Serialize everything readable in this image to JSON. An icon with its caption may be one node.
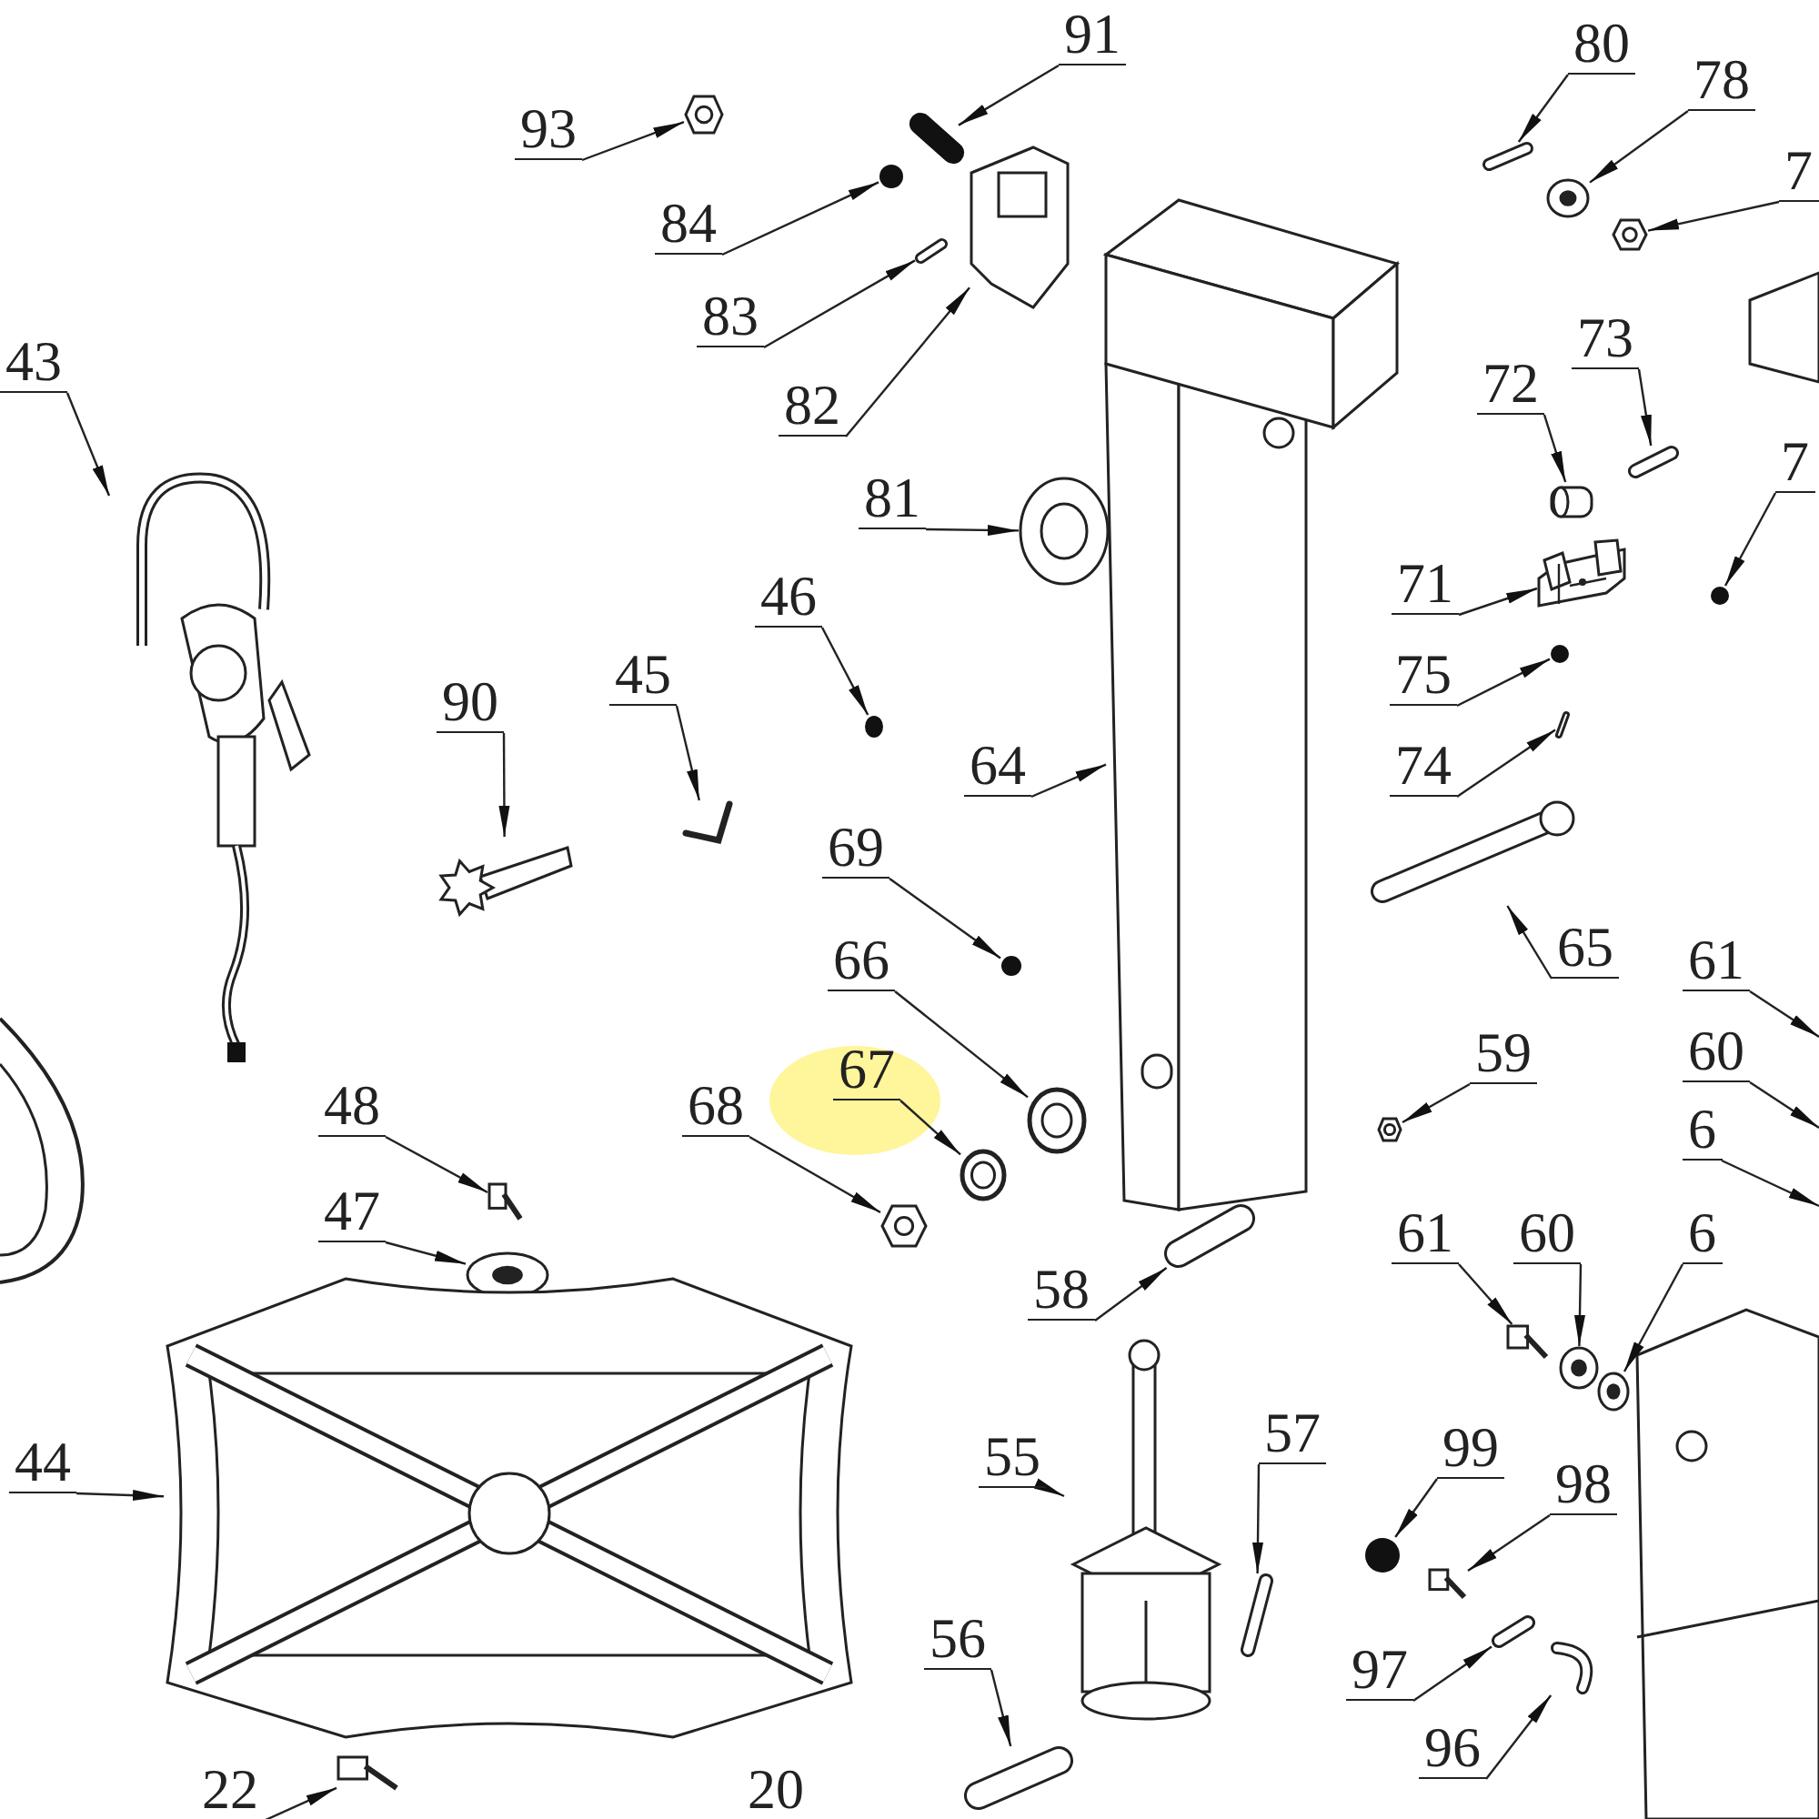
{
  "diagram": {
    "nodes": [
      {
        "text": [
          "93"
        ]
      },
      {
        "text": [],
        "shape": "picture"
      },
      {
        "text": [
          "91"
        ]
      },
      {
        "text": [],
        "shape": "picture"
      },
      {
        "text": [
          "84"
        ]
      },
      {
        "text": [],
        "shape": "circle"
      },
      {
        "text": [
          "83"
        ]
      },
      {
        "text": [],
        "shape": "picture"
      },
      {
        "text": [
          "82"
        ]
      },
      {
        "text": [],
        "shape": "picture"
      },
      {
        "text": [
          "80"
        ]
      },
      {
        "text": [],
        "shape": "picture"
      },
      {
        "text": [
          "78"
        ]
      },
      {
        "text": [],
        "shape": "picture"
      },
      {
        "text": [
          "7"
        ]
      },
      {
        "text": [],
        "shape": "picture"
      },
      {
        "text": [
          "73"
        ]
      },
      {
        "text": [],
        "shape": "picture"
      },
      {
        "text": [
          "72"
        ]
      },
      {
        "text": [],
        "shape": "picture"
      },
      {
        "text": [
          "71"
        ]
      },
      {
        "text": [],
        "shape": "picture"
      },
      {
        "text": [
          "7"
        ]
      },
      {
        "text": [],
        "shape": "circle"
      },
      {
        "text": [
          "75"
        ]
      },
      {
        "text": [],
        "shape": "circle"
      },
      {
        "text": [
          "74"
        ]
      },
      {
        "text": [],
        "shape": "picture"
      },
      {
        "text": [
          "43"
        ]
      },
      {
        "text": [],
        "shape": "picture"
      },
      {
        "text": [
          "81"
        ]
      },
      {
        "text": [],
        "shape": "picture"
      },
      {
        "text": [
          "46"
        ]
      },
      {
        "text": [],
        "shape": "circle"
      },
      {
        "text": [
          "45"
        ]
      },
      {
        "text": [],
        "shape": "picture"
      },
      {
        "text": [
          "90"
        ]
      },
      {
        "text": [],
        "shape": "picture"
      },
      {
        "text": [
          "64"
        ]
      },
      {
        "text": [],
        "shape": "picture"
      },
      {
        "text": [
          "69"
        ]
      },
      {
        "text": [],
        "shape": "circle"
      },
      {
        "text": [
          "65"
        ]
      },
      {
        "text": [],
        "shape": "picture"
      },
      {
        "text": [
          "66"
        ]
      },
      {
        "text": [],
        "shape": "picture"
      },
      {
        "text": [
          "67"
        ]
      },
      {
        "text": [],
        "shape": "picture"
      },
      {
        "text": [
          "68"
        ]
      },
      {
        "text": [],
        "shape": "picture"
      },
      {
        "text": [
          "59"
        ]
      },
      {
        "text": [],
        "shape": "picture"
      },
      {
        "text": [
          "48"
        ]
      },
      {
        "text": [],
        "shape": "picture"
      },
      {
        "text": [
          "47"
        ]
      },
      {
        "text": [],
        "shape": "picture"
      },
      {
        "text": [
          "58"
        ]
      },
      {
        "text": [],
        "shape": "picture"
      },
      {
        "text": [
          "61"
        ]
      },
      {
        "text": [],
        "shape": "picture"
      },
      {
        "text": [
          "60"
        ]
      },
      {
        "text": [],
        "shape": "picture"
      },
      {
        "text": [
          "6"
        ]
      },
      {
        "text": [],
        "shape": "picture"
      },
      {
        "text": [
          "44"
        ]
      },
      {
        "text": [],
        "shape": "picture"
      },
      {
        "text": [
          "55"
        ]
      },
      {
        "text": [],
        "shape": "picture"
      },
      {
        "text": [
          "57"
        ]
      },
      {
        "text": [],
        "shape": "picture"
      },
      {
        "text": [
          "99"
        ]
      },
      {
        "text": [],
        "shape": "circle"
      },
      {
        "text": [
          "98"
        ]
      },
      {
        "text": [],
        "shape": "picture"
      },
      {
        "text": [
          "97"
        ]
      },
      {
        "text": [],
        "shape": "picture"
      },
      {
        "text": [
          "96"
        ]
      },
      {
        "text": [],
        "shape": "picture"
      },
      {
        "text": [
          "56"
        ]
      },
      {
        "text": [],
        "shape": "picture"
      },
      {
        "text": [
          "22"
        ]
      },
      {
        "text": [],
        "shape": "picture"
      },
      {
        "text": [
          "61"
        ]
      },
      {
        "text": [
          "60"
        ]
      },
      {
        "text": [
          "6"
        ]
      }
    ],
    "edges": [
      {
        "from": 0,
        "to": 1,
        "arrow": "to"
      },
      {
        "from": 2,
        "to": 3,
        "arrow": "to"
      },
      {
        "from": 4,
        "to": 5,
        "arrow": "to"
      },
      {
        "from": 6,
        "to": 7,
        "arrow": "to"
      },
      {
        "from": 8,
        "to": 9,
        "arrow": "to"
      },
      {
        "from": 10,
        "to": 11,
        "arrow": "to"
      },
      {
        "from": 12,
        "to": 13,
        "arrow": "to"
      },
      {
        "from": 14,
        "to": 15,
        "arrow": "to"
      },
      {
        "from": 16,
        "to": 17,
        "arrow": "to"
      },
      {
        "from": 18,
        "to": 19,
        "arrow": "to"
      },
      {
        "from": 20,
        "to": 21,
        "arrow": "to"
      },
      {
        "from": 22,
        "to": 23,
        "arrow": "to"
      },
      {
        "from": 24,
        "to": 25,
        "arrow": "to"
      },
      {
        "from": 26,
        "to": 27,
        "arrow": "to"
      },
      {
        "from": 28,
        "to": 29,
        "arrow": "to"
      },
      {
        "from": 30,
        "to": 31,
        "arrow": "to"
      },
      {
        "from": 32,
        "to": 33,
        "arrow": "to"
      },
      {
        "from": 34,
        "to": 35,
        "arrow": "to"
      },
      {
        "from": 36,
        "to": 37,
        "arrow": "to"
      },
      {
        "from": 38,
        "to": 39,
        "arrow": "to"
      },
      {
        "from": 40,
        "to": 41,
        "arrow": "to"
      },
      {
        "from": 42,
        "to": 43,
        "arrow": "to"
      },
      {
        "from": 44,
        "to": 45,
        "arrow": "to"
      },
      {
        "from": 46,
        "to": 47,
        "arrow": "to"
      },
      {
        "from": 48,
        "to": 49,
        "arrow": "to"
      },
      {
        "from": 50,
        "to": 51,
        "arrow": "to"
      },
      {
        "from": 52,
        "to": 53,
        "arrow": "to"
      },
      {
        "from": 54,
        "to": 55,
        "arrow": "to"
      },
      {
        "from": 56,
        "to": 57,
        "arrow": "to"
      },
      {
        "from": 58,
        "to": 59,
        "arrow": "to"
      },
      {
        "from": 60,
        "to": 61,
        "arrow": "to"
      },
      {
        "from": 62,
        "to": 63,
        "arrow": "to"
      },
      {
        "from": 64,
        "to": 65,
        "arrow": "to"
      },
      {
        "from": 66,
        "to": 67,
        "arrow": "to"
      },
      {
        "from": 68,
        "to": 69,
        "arrow": "to"
      },
      {
        "from": 70,
        "to": 71,
        "arrow": "to"
      },
      {
        "from": 72,
        "to": 73,
        "arrow": "to"
      },
      {
        "from": 74,
        "to": 75,
        "arrow": "to"
      },
      {
        "from": 76,
        "to": 77,
        "arrow": "to"
      },
      {
        "from": 78,
        "to": 79,
        "arrow": "to"
      },
      {
        "from": 80,
        "to": 81,
        "arrow": "to"
      },
      {
        "from": 82,
        "to": null,
        "arrow": "to"
      },
      {
        "from": 83,
        "to": null,
        "arrow": "to"
      },
      {
        "from": 84,
        "to": null,
        "arrow": "to"
      }
    ],
    "labels": [
      "20"
    ]
  }
}
